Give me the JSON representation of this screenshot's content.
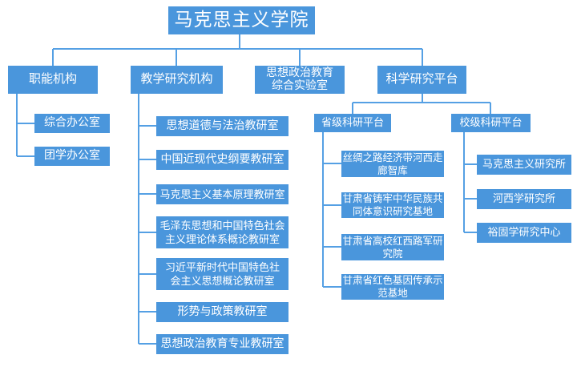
{
  "org": {
    "root": {
      "label": "马克思主义学院"
    },
    "branches": [
      {
        "label": "职能机构",
        "children": [
          {
            "label": "综合办公室"
          },
          {
            "label": "团学办公室"
          }
        ]
      },
      {
        "label": "教学研究机构",
        "children": [
          {
            "label": "思想道德与法治教研室"
          },
          {
            "label": "中国近现代史纲要教研室"
          },
          {
            "label": "马克思主义基本原理教研室"
          },
          {
            "label": "毛泽东思想和中国特色社会\n主义理论体系概论教研室"
          },
          {
            "label": "习近平新时代中国特色社\n会主义思想概论教研室"
          },
          {
            "label": "形势与政策教研室"
          },
          {
            "label": "思想政治教育专业教研室"
          }
        ]
      },
      {
        "label": "思想政治教育\n综合实验室"
      },
      {
        "label": "科学研究平台",
        "children": [
          {
            "label": "省级科研平台",
            "children": [
              {
                "label": "丝绸之路经济带河西走\n廊智库"
              },
              {
                "label": "甘肃省铸牢中华民族共\n同体意识研究基地"
              },
              {
                "label": "甘肃省高校红西路军研\n究院"
              },
              {
                "label": "甘肃省红色基因传承示\n范基地"
              }
            ]
          },
          {
            "label": "校级科研平台",
            "children": [
              {
                "label": "马克思主义研究所"
              },
              {
                "label": "河西学研究所"
              },
              {
                "label": "裕固学研究中心"
              }
            ]
          }
        ]
      }
    ]
  },
  "colors": {
    "node_fill": "#4a96dc",
    "connector": "#55a0e4",
    "node_text": "#ffffff",
    "background": "#ffffff"
  }
}
